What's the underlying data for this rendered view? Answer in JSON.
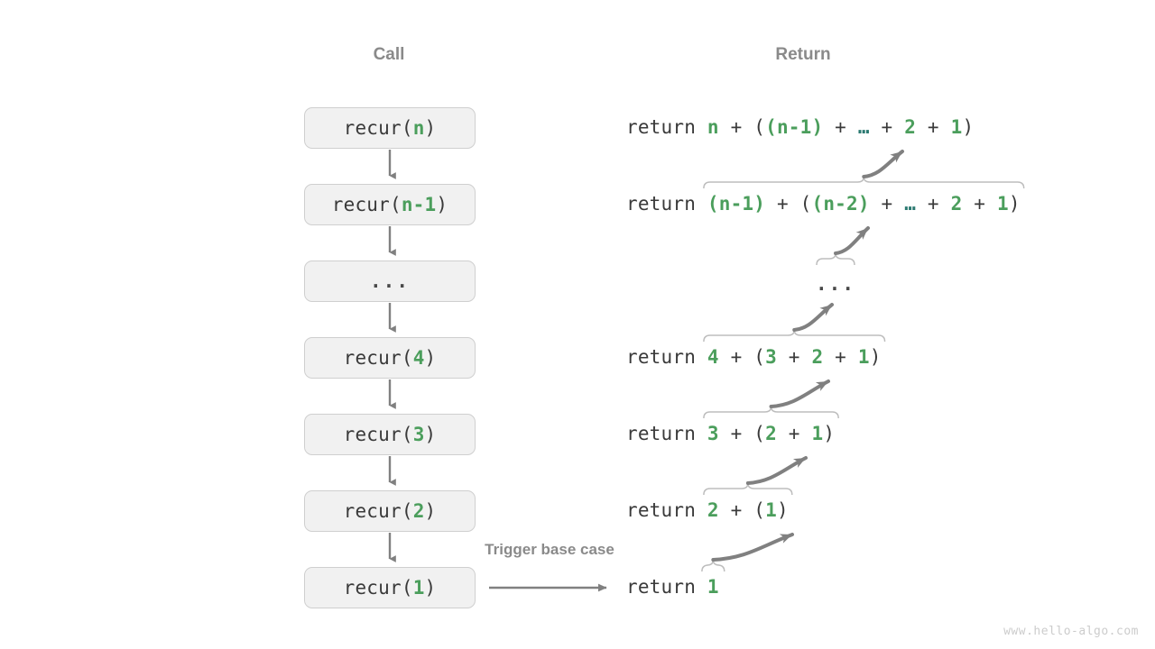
{
  "headers": {
    "call": "Call",
    "return": "Return"
  },
  "colors": {
    "box_fill": "#f1f1f1",
    "box_border": "#cfcfcf",
    "green": "#4b9e5c",
    "teal": "#2c7a72",
    "text": "#3a3a3a",
    "muted": "#8a8a8a",
    "arrow": "#808080",
    "brace": "#bbbbbb",
    "watermark": "#cccccc"
  },
  "call_stack": [
    {
      "label": "recur(n)",
      "fn": "recur(",
      "arg": "n",
      "close": ")",
      "is_ellipsis": false
    },
    {
      "label": "recur(n-1)",
      "fn": "recur(",
      "arg": "n-1",
      "close": ")",
      "is_ellipsis": false
    },
    {
      "label": "...",
      "fn": "",
      "arg": "",
      "close": "",
      "is_ellipsis": true
    },
    {
      "label": "recur(4)",
      "fn": "recur(",
      "arg": "4",
      "close": ")",
      "is_ellipsis": false
    },
    {
      "label": "recur(3)",
      "fn": "recur(",
      "arg": "3",
      "close": ")",
      "is_ellipsis": false
    },
    {
      "label": "recur(2)",
      "fn": "recur(",
      "arg": "2",
      "close": ")",
      "is_ellipsis": false
    },
    {
      "label": "recur(1)",
      "fn": "recur(",
      "arg": "1",
      "close": ")",
      "is_ellipsis": false
    }
  ],
  "returns": [
    {
      "keyword": "return",
      "expression": "n + ((n-1) + … + 2 + 1)",
      "is_ellipsis_row": false,
      "tokens": [
        {
          "t": "n",
          "c": "g"
        },
        {
          "t": " + (",
          "c": "op"
        },
        {
          "t": "(n-1)",
          "c": "g"
        },
        {
          "t": " + ",
          "c": "op"
        },
        {
          "t": "…",
          "c": "dots"
        },
        {
          "t": " + ",
          "c": "op"
        },
        {
          "t": "2",
          "c": "g"
        },
        {
          "t": " + ",
          "c": "op"
        },
        {
          "t": "1",
          "c": "g"
        },
        {
          "t": ")",
          "c": "op"
        }
      ]
    },
    {
      "keyword": "return",
      "expression": "(n-1) + ((n-2) + … + 2 + 1)",
      "is_ellipsis_row": false,
      "tokens": [
        {
          "t": "(n-1)",
          "c": "g"
        },
        {
          "t": " + (",
          "c": "op"
        },
        {
          "t": "(n-2)",
          "c": "g"
        },
        {
          "t": " + ",
          "c": "op"
        },
        {
          "t": "…",
          "c": "dots"
        },
        {
          "t": " + ",
          "c": "op"
        },
        {
          "t": "2",
          "c": "g"
        },
        {
          "t": " + ",
          "c": "op"
        },
        {
          "t": "1",
          "c": "g"
        },
        {
          "t": ")",
          "c": "op"
        }
      ]
    },
    {
      "keyword": "",
      "expression": "...",
      "is_ellipsis_row": true,
      "tokens": []
    },
    {
      "keyword": "return",
      "expression": "4 + (3 + 2 + 1)",
      "is_ellipsis_row": false,
      "tokens": [
        {
          "t": "4",
          "c": "g"
        },
        {
          "t": " + (",
          "c": "op"
        },
        {
          "t": "3",
          "c": "g"
        },
        {
          "t": " + ",
          "c": "op"
        },
        {
          "t": "2",
          "c": "g"
        },
        {
          "t": " + ",
          "c": "op"
        },
        {
          "t": "1",
          "c": "g"
        },
        {
          "t": ")",
          "c": "op"
        }
      ]
    },
    {
      "keyword": "return",
      "expression": "3 + (2 + 1)",
      "is_ellipsis_row": false,
      "tokens": [
        {
          "t": "3",
          "c": "g"
        },
        {
          "t": " + (",
          "c": "op"
        },
        {
          "t": "2",
          "c": "g"
        },
        {
          "t": " + ",
          "c": "op"
        },
        {
          "t": "1",
          "c": "g"
        },
        {
          "t": ")",
          "c": "op"
        }
      ]
    },
    {
      "keyword": "return",
      "expression": "2 + (1)",
      "is_ellipsis_row": false,
      "tokens": [
        {
          "t": "2",
          "c": "g"
        },
        {
          "t": " + (",
          "c": "op"
        },
        {
          "t": "1",
          "c": "g"
        },
        {
          "t": ")",
          "c": "op"
        }
      ]
    },
    {
      "keyword": "return",
      "expression": "1",
      "is_ellipsis_row": false,
      "tokens": [
        {
          "t": "1",
          "c": "g"
        }
      ]
    }
  ],
  "annotations": {
    "trigger_base_case": "Trigger base case"
  },
  "watermark": "www.hello-algo.com"
}
